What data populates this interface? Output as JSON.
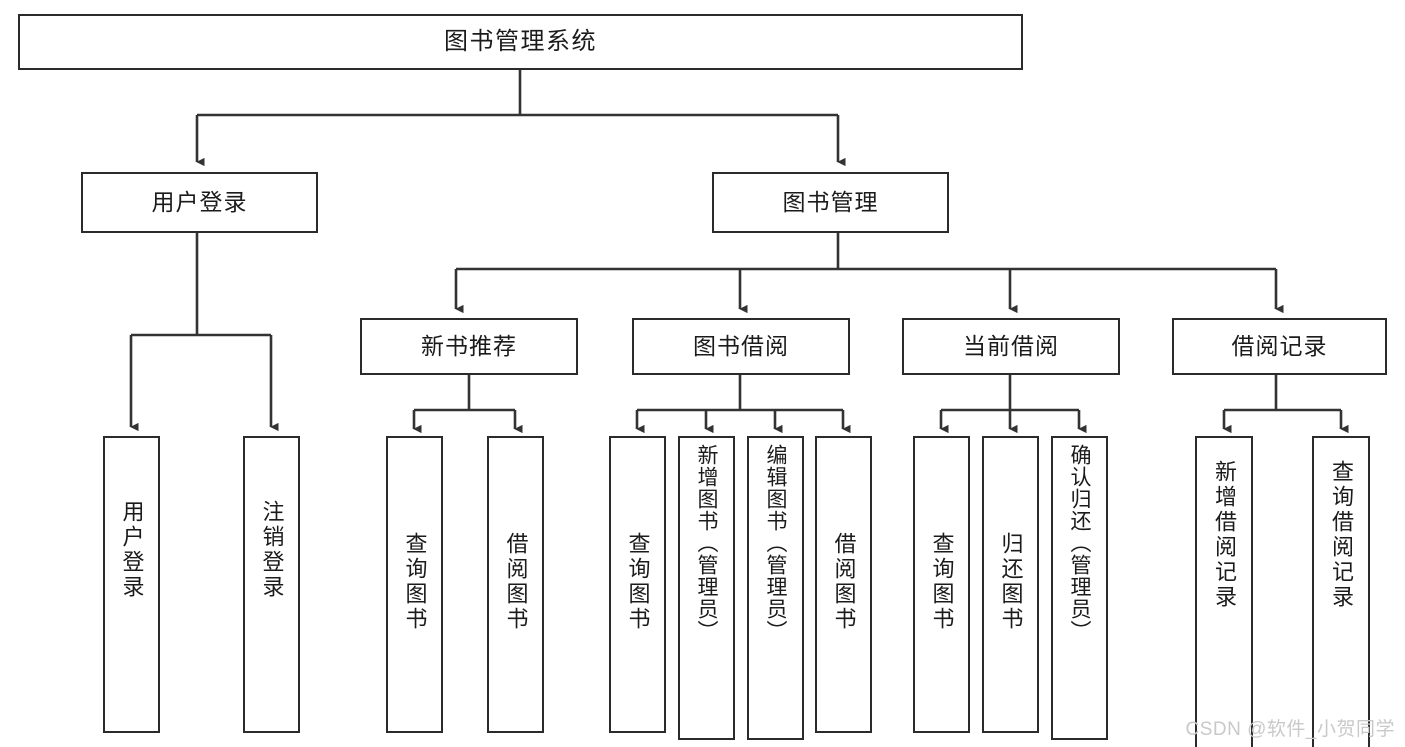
{
  "diagram": {
    "title": "图书管理系统",
    "type": "tree-hierarchy",
    "watermark": "CSDN @软件_小贺同学",
    "colors": {
      "box_border": "#2b2b2b",
      "box_fill": "#ffffff",
      "connector": "#333333",
      "text": "#1b1b1b",
      "watermark": "#c9c9c9",
      "background": "#ffffff"
    },
    "root": {
      "label": "图书管理系统"
    },
    "level2": [
      {
        "label": "用户登录"
      },
      {
        "label": "图书管理"
      }
    ],
    "level3": [
      {
        "label": "新书推荐"
      },
      {
        "label": "图书借阅"
      },
      {
        "label": "当前借阅"
      },
      {
        "label": "借阅记录"
      }
    ],
    "leaves": {
      "user_login": [
        {
          "label": "用户登录"
        },
        {
          "label": "注销登录"
        }
      ],
      "new_book_recommend": [
        {
          "label": "查询图书"
        },
        {
          "label": "借阅图书"
        }
      ],
      "book_borrow": [
        {
          "label": "查询图书"
        },
        {
          "label": "新增图书（管理员）"
        },
        {
          "label": "编辑图书（管理员）"
        },
        {
          "label": "借阅图书"
        }
      ],
      "current_borrow": [
        {
          "label": "查询图书"
        },
        {
          "label": "归还图书"
        },
        {
          "label": "确认归还（管理员）"
        }
      ],
      "borrow_record": [
        {
          "label": "新增借阅记录"
        },
        {
          "label": "查询借阅记录"
        }
      ]
    }
  }
}
